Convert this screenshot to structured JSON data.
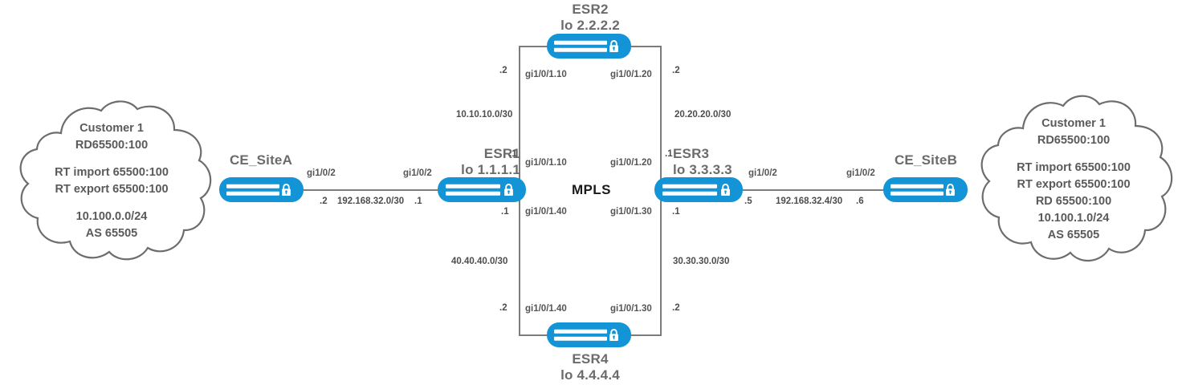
{
  "diagram": {
    "title_center_label": "MPLS",
    "accent_color": "#1294d6",
    "line_color": "#7c7c7c",
    "text_color": "#5a5a5a"
  },
  "clouds": {
    "left": {
      "name": "customer-site-a-cloud",
      "line1": "Customer 1",
      "line2": "RD65500:100",
      "line3": "RT import 65500:100",
      "line4": "RT export 65500:100",
      "line5": "10.100.0.0/24",
      "line6": "AS 65505"
    },
    "right": {
      "name": "customer-site-b-cloud",
      "line1": "Customer 1",
      "line2": "RD65500:100",
      "line3": "RT import 65500:100",
      "line4": "RT export 65500:100",
      "line5": "RD 65500:100",
      "line6": "10.100.1.0/24",
      "line7": "AS 65505"
    }
  },
  "devices": {
    "ce_site_a": {
      "label": "CE_SiteA"
    },
    "ce_site_b": {
      "label": "CE_SiteB"
    },
    "esr1": {
      "label": "ESR1",
      "loopback": "lo 1.1.1.1"
    },
    "esr2": {
      "label": "ESR2",
      "loopback": "lo 2.2.2.2"
    },
    "esr3": {
      "label": "ESR3",
      "loopback": "lo 3.3.3.3"
    },
    "esr4": {
      "label": "ESR4",
      "loopback": "lo 4.4.4.4"
    }
  },
  "links": {
    "ce_a_to_esr1": {
      "subnet": "192.168.32.0/30",
      "left_iface": "gi1/0/2",
      "right_iface": "gi1/0/2",
      "left_octet": ".2",
      "right_octet": ".1"
    },
    "esr3_to_ce_b": {
      "subnet": "192.168.32.4/30",
      "left_iface": "gi1/0/2",
      "right_iface": "gi1/0/2",
      "left_octet": ".5",
      "right_octet": ".6"
    },
    "esr1_to_esr2": {
      "subnet": "10.10.10.0/30",
      "bottom_iface": "gi1/0/1.10",
      "top_iface": "gi1/0/1.10",
      "bottom_octet": ".1",
      "top_octet": ".2"
    },
    "esr2_to_esr3": {
      "subnet": "20.20.20.0/30",
      "top_iface": "gi1/0/1.20",
      "bottom_iface": "gi1/0/1.20",
      "top_octet": ".2",
      "bottom_octet": ".1"
    },
    "esr1_to_esr4": {
      "subnet": "40.40.40.0/30",
      "top_iface": "gi1/0/1.40",
      "bottom_iface": "gi1/0/1.40",
      "top_octet": ".1",
      "bottom_octet": ".2"
    },
    "esr4_to_esr3": {
      "subnet": "30.30.30.0/30",
      "bottom_iface": "gi1/0/1.30",
      "top_iface": "gi1/0/1.30",
      "bottom_octet": ".2",
      "top_octet": ".1"
    }
  }
}
